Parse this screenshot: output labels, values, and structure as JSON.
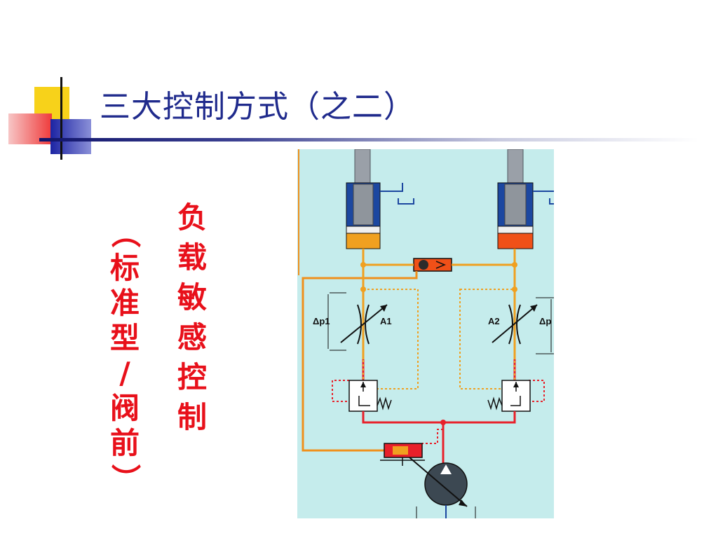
{
  "slide": {
    "title": "三大控制方式（之二）",
    "vertical_main": [
      "负",
      "载",
      "敏",
      "感",
      "控",
      "制"
    ],
    "vertical_sub": [
      "（",
      "标",
      "准",
      "型",
      "/",
      "阀",
      "前",
      "）"
    ]
  },
  "diagram": {
    "labels": {
      "dp1": "Δp1",
      "a1": "A1",
      "a2": "A2",
      "dp2_partial": "Δp"
    },
    "colors": {
      "background": "#c5ecec",
      "cylinder_blue": "#1c47a0",
      "cylinder_orange_left": "#f0a020",
      "cylinder_orange_right": "#f05018",
      "line_red": "#e8202a",
      "line_orange": "#f0901c",
      "pump_dark": "#3c4852"
    }
  }
}
